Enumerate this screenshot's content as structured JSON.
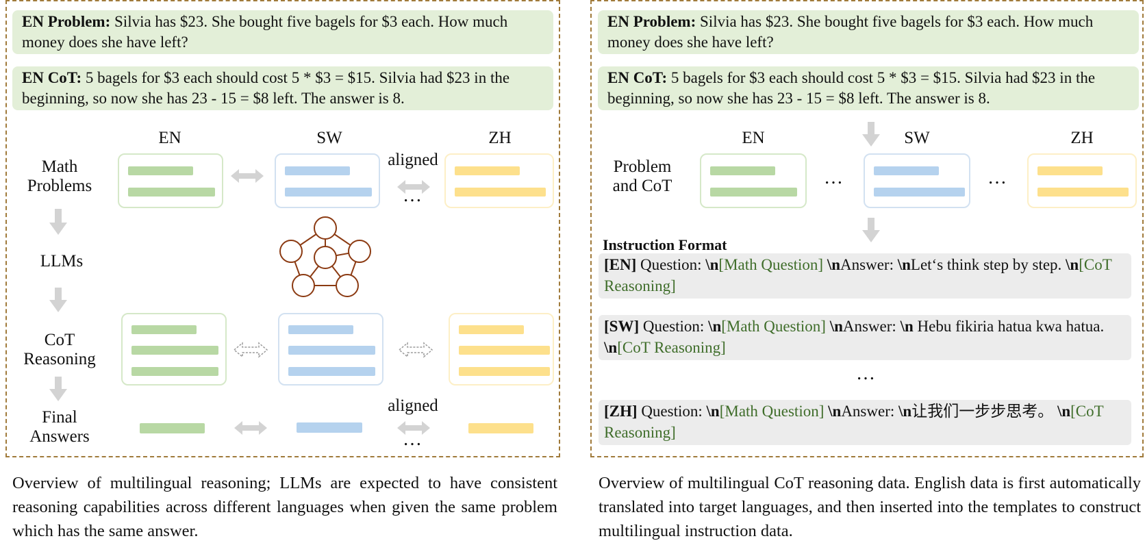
{
  "problem": {
    "label": "EN Problem:",
    "text": "Silvia has $23. She bought five bagels for $3 each. How much money does she have left?"
  },
  "cot": {
    "label": "EN CoT:",
    "text": "5 bagels for $3 each should cost 5 * $3 = $15. Silvia had $23 in the beginning, so now she has 23 - 15 = $8 left. The answer is 8."
  },
  "languages": [
    "EN",
    "SW",
    "ZH"
  ],
  "left": {
    "rows": [
      "Math Problems",
      "LLMs",
      "CoT Reasoning",
      "Final Answers"
    ],
    "aligned_label": "aligned",
    "ellipsis": "…",
    "caption": "Overview of multilingual reasoning; LLMs are expected to have consistent reasoning capabilities across different languages when given the same problem which has the same answer."
  },
  "right": {
    "row_label": "Problem and CoT",
    "ellipsis": "…",
    "format_title": "Instruction Format",
    "templates": [
      {
        "tag": "[EN]",
        "q": " Question: ",
        "nl1": "\\n",
        "mq": "[Math Question]",
        "sp": " ",
        "nl2": "\\n",
        "a": "Answer: ",
        "nl3": "\\n",
        "prompt": "Let‘s think step by step. ",
        "nl4": "\\n",
        "cot": "[CoT Reasoning]"
      },
      {
        "tag": "[SW]",
        "q": " Question: ",
        "nl1": "\\n",
        "mq": "[Math Question]",
        "sp": " ",
        "nl2": "\\n",
        "a": "Answer: ",
        "nl3": "\\n",
        "prompt": " Hebu fikiria hatua kwa hatua. ",
        "nl4": "\\n",
        "cot": "[CoT Reasoning]"
      },
      {
        "tag": "[ZH]",
        "q": " Question: ",
        "nl1": "\\n",
        "mq": "[Math Question]",
        "sp": " ",
        "nl2": "\\n",
        "a": "Answer: ",
        "nl3": "\\n",
        "prompt": "让我们一步步思考。 ",
        "nl4": "\\n",
        "cot": "[CoT Reasoning]"
      }
    ],
    "middle_ellipsis": "…",
    "caption": "Overview of multilingual CoT reasoning data. English data is first automatically translated into target languages, and then inserted into the templates to construct multilingual instruction data."
  },
  "colors": {
    "green_bar": "#b8d8a4",
    "blue_bar": "#b5d2ee",
    "yellow_bar": "#fde08c",
    "frame": "#a07a3a",
    "graph": "#8b3a12",
    "placeholder": "#3f6d2a"
  }
}
